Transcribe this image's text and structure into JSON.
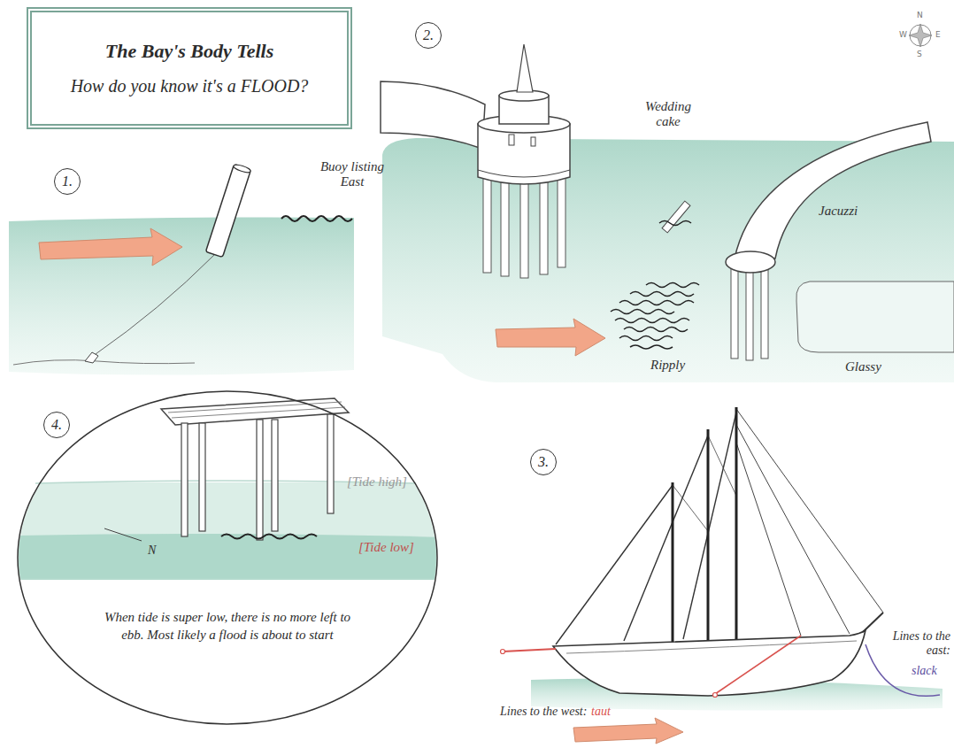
{
  "diagram": {
    "nodes": [
      {
        "text": [
          "The Bay's Body Tells",
          "How do you know it's a FLOOD?"
        ]
      },
      {
        "text": [
          "1."
        ]
      },
      {
        "text": [
          "2."
        ]
      },
      {
        "text": [
          "4."
        ]
      },
      {
        "text": [
          "When tide is super low, there is no more left to ebb. Most likely a flood is about to start"
        ]
      },
      {
        "text": [
          "3."
        ]
      }
    ],
    "labels": [
      "Buoy listing East",
      "Wedding cake",
      "Jacuzzi",
      "Ripply",
      "Glassy",
      "[Tide high]",
      "[Tide low]",
      "N",
      "Lines to the west:",
      "taut",
      "Lines to the east:",
      "slack",
      "N",
      "E",
      "S",
      "W"
    ]
  }
}
